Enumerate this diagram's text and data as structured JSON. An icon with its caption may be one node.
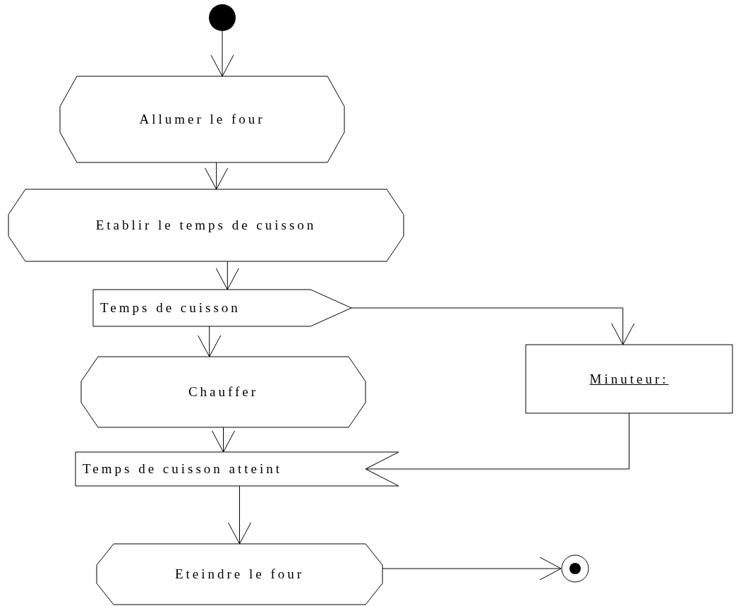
{
  "diagram": {
    "nodes": [
      {
        "text": [],
        "shape": "circle"
      },
      {
        "text": [
          "Allumer le four"
        ]
      },
      {
        "text": [
          "Etablir le temps de cuisson"
        ]
      },
      {
        "text": [
          "Temps de cuisson"
        ]
      },
      {
        "text": [
          "Minuteur:"
        ]
      },
      {
        "text": [
          "Chauffer"
        ]
      },
      {
        "text": [
          "Temps de cuisson atteint"
        ]
      },
      {
        "text": [
          "Eteindre le four"
        ]
      },
      {
        "text": [],
        "shape": "circle"
      }
    ],
    "edges": [
      {
        "from": 0,
        "to": 1,
        "arrow": "to"
      },
      {
        "from": 1,
        "to": 2,
        "arrow": "to"
      },
      {
        "from": 2,
        "to": 3,
        "arrow": "to"
      },
      {
        "from": 3,
        "to": 4,
        "arrow": "to"
      },
      {
        "from": 3,
        "to": 5,
        "arrow": "to"
      },
      {
        "from": 4,
        "to": 6,
        "arrow": "to"
      },
      {
        "from": 5,
        "to": 6,
        "arrow": "to"
      },
      {
        "from": 6,
        "to": 7,
        "arrow": "to"
      },
      {
        "from": 7,
        "to": 8,
        "arrow": "to"
      }
    ]
  }
}
